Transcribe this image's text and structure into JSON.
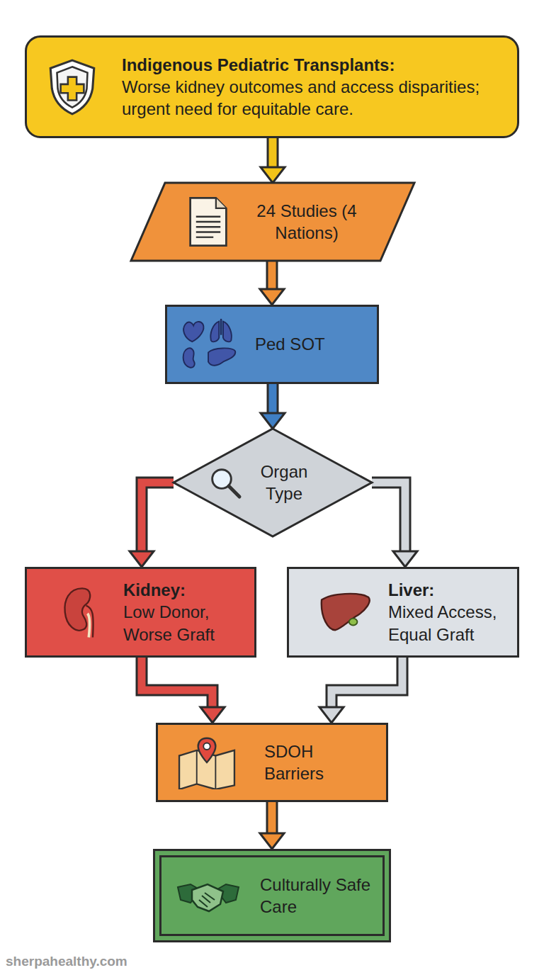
{
  "diagram": {
    "nodes": [
      {
        "text": [
          "Indigenous Pediatric Transplants:",
          "Worse kidney outcomes and access disparities; urgent need for equitable care."
        ]
      },
      {
        "text": [
          "24 Studies (4 Nations)"
        ]
      },
      {
        "text": [
          "Ped SOT"
        ]
      },
      {
        "text": [
          "Organ Type"
        ]
      },
      {
        "text": [
          "Kidney:",
          "Low Donor, Worse Graft"
        ]
      },
      {
        "text": [
          "Liver:",
          "Mixed Access, Equal Graft"
        ]
      },
      {
        "text": [
          "SDOH Barriers"
        ]
      },
      {
        "text": [
          "Culturally Safe Care"
        ]
      }
    ],
    "edges": [
      {
        "from": 0,
        "to": 1,
        "arrow": "to"
      },
      {
        "from": 1,
        "to": 2,
        "arrow": "to"
      },
      {
        "from": 2,
        "to": 3,
        "arrow": "to"
      },
      {
        "from": 3,
        "to": 4,
        "arrow": "to"
      },
      {
        "from": 3,
        "to": 5,
        "arrow": "to"
      },
      {
        "from": 4,
        "to": 6,
        "arrow": "to"
      },
      {
        "from": 5,
        "to": 6,
        "arrow": "to"
      },
      {
        "from": 6,
        "to": 7,
        "arrow": "to"
      }
    ],
    "labels": [
      "sherpahealthy.com"
    ]
  }
}
